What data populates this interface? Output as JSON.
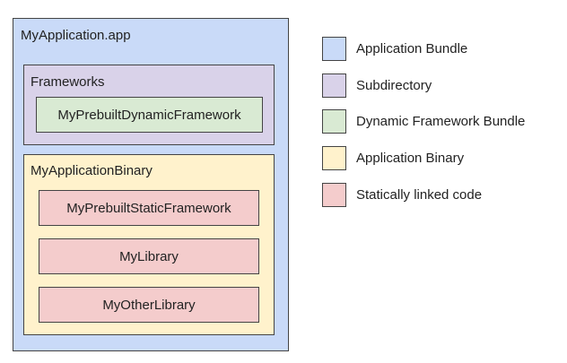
{
  "colors": {
    "bundle": "#c9daf8",
    "subdirectory": "#d9d2e9",
    "dynamic_framework": "#d9ead3",
    "binary": "#fff2cc",
    "static_code": "#f4cccc"
  },
  "diagram": {
    "bundle": {
      "label": "MyApplication.app",
      "frameworks": {
        "label": "Frameworks",
        "dynamic_framework": "MyPrebuiltDynamicFramework"
      },
      "binary": {
        "label": "MyApplicationBinary",
        "static_items": [
          "MyPrebuiltStaticFramework",
          "MyLibrary",
          "MyOtherLibrary"
        ]
      }
    }
  },
  "legend": [
    {
      "label": "Application Bundle",
      "color": "#c9daf8"
    },
    {
      "label": "Subdirectory",
      "color": "#d9d2e9"
    },
    {
      "label": "Dynamic Framework Bundle",
      "color": "#d9ead3"
    },
    {
      "label": "Application Binary",
      "color": "#fff2cc"
    },
    {
      "label": "Statically linked code",
      "color": "#f4cccc"
    }
  ]
}
